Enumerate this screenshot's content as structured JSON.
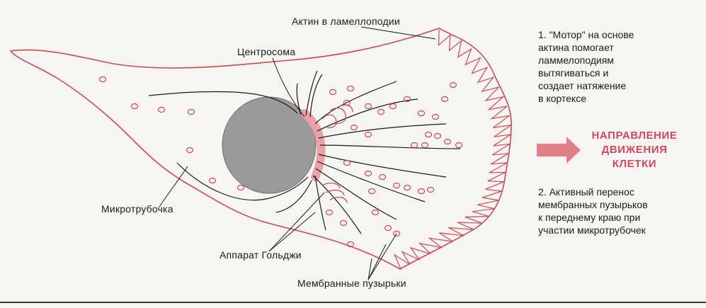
{
  "labels": {
    "actin": "Актин в ламеллоподии",
    "centrosome": "Центросома",
    "microtubule": "Микротрубочка",
    "golgi": "Аппарат Гольджи",
    "vesicles": "Мембранные пузырьки"
  },
  "notes": {
    "motor": "1. \"Мотор\" на основе\nактина помогает\nламмелоподиям\nвытягиваться и\nсоздает натяжение\nв кортексе",
    "transport": "2. Активный перенос\nмембранных пузырьков\nк переднему краю при\nучастии микротрубочек"
  },
  "direction": {
    "text": "НАПРАВЛЕНИЕ\nДВИЖЕНИЯ\nКЛЕТКИ"
  },
  "colors": {
    "membrane": "#c94a55",
    "nucleus": "#9a9a9a",
    "centrosome_glow": "#e8a2a8",
    "text": "#1a1a1a",
    "accent": "#d2475a"
  }
}
